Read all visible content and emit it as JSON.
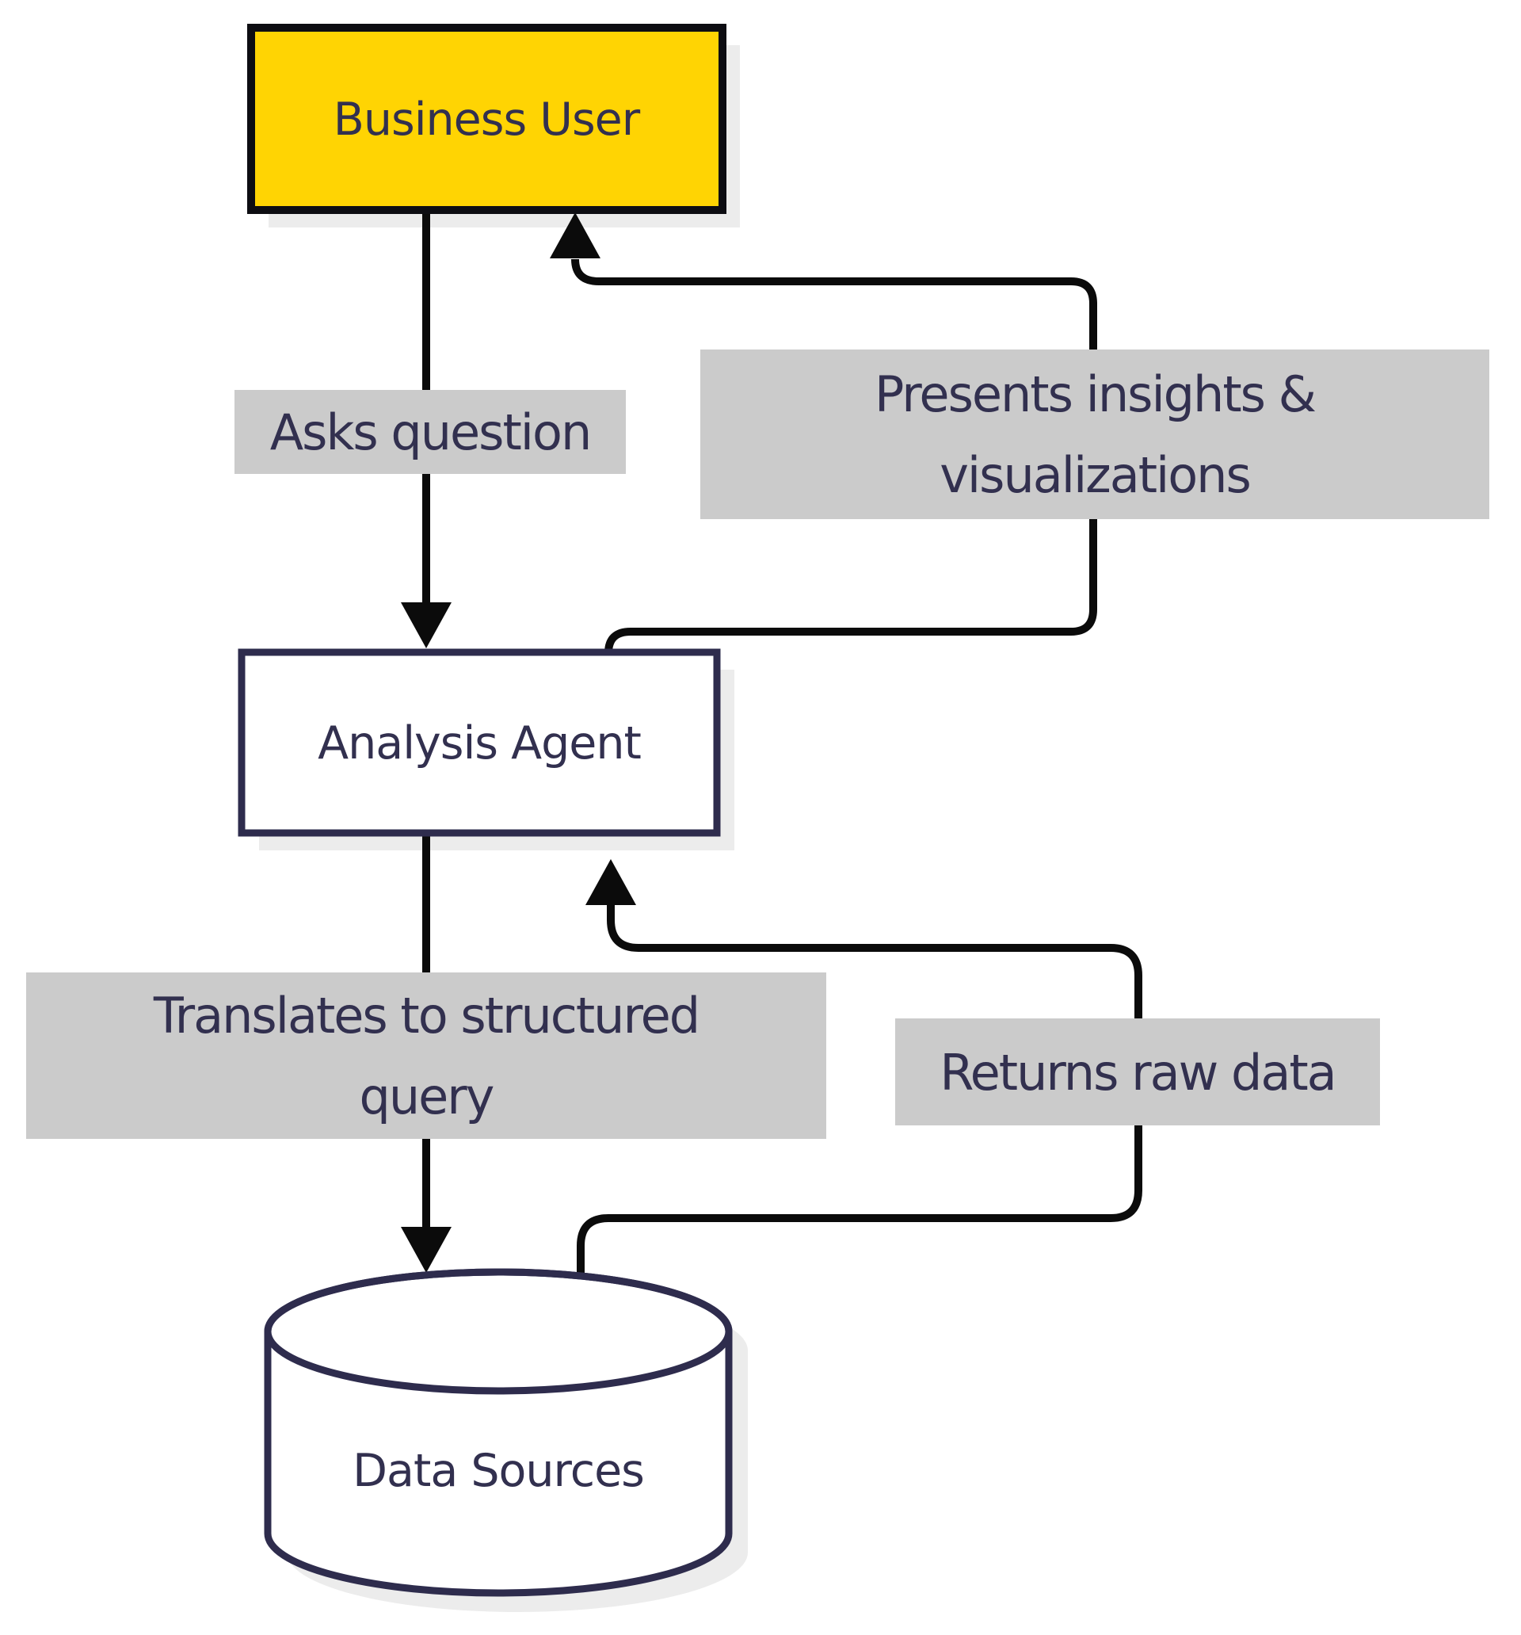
{
  "diagram": {
    "type": "flowchart",
    "nodes": {
      "business_user": {
        "label": "Business User",
        "shape": "rectangle",
        "fill": "#ffd403"
      },
      "analysis_agent": {
        "label": "Analysis Agent",
        "shape": "rectangle",
        "fill": "#ffffff"
      },
      "data_sources": {
        "label": "Data Sources",
        "shape": "database-cylinder",
        "fill": "#ffffff"
      }
    },
    "edge_labels": {
      "asks_question": {
        "text": "Asks question"
      },
      "presents_insights": {
        "line1": "Presents insights &",
        "line2": "visualizations"
      },
      "translates_query": {
        "line1": "Translates to structured",
        "line2": "query"
      },
      "returns_raw_data": {
        "text": "Returns raw data"
      }
    },
    "flows": [
      {
        "from": "Business User",
        "to": "Analysis Agent",
        "label": "Asks question"
      },
      {
        "from": "Analysis Agent",
        "to": "Business User",
        "label": "Presents insights & visualizations"
      },
      {
        "from": "Analysis Agent",
        "to": "Data Sources",
        "label": "Translates to structured query"
      },
      {
        "from": "Data Sources",
        "to": "Analysis Agent",
        "label": "Returns raw data"
      }
    ],
    "colors": {
      "background": "#ffffff",
      "highlight_node_fill": "#ffd403",
      "highlight_node_border": "#0d0d12",
      "node_border_navy": "#2e2c4d",
      "text_navy": "#32304f",
      "edge_line_black": "#0b0b0b",
      "edge_label_bg": "#cbcbcb",
      "node_shadow": "#ececec"
    }
  }
}
